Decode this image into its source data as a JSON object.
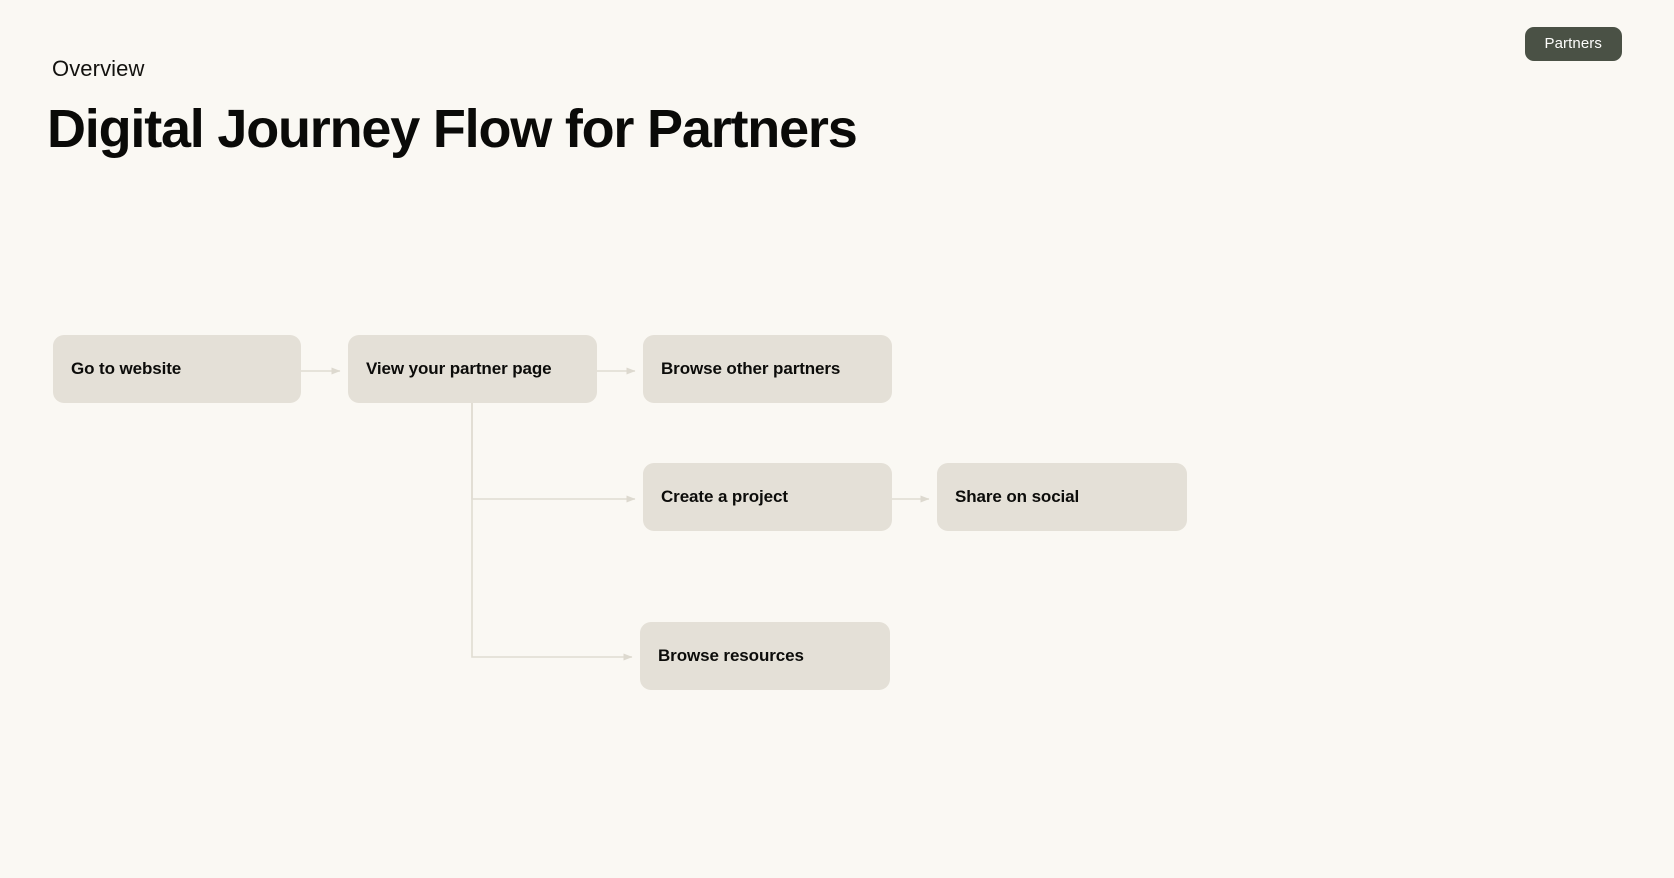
{
  "header": {
    "eyebrow": "Overview",
    "title": "Digital Journey Flow for Partners"
  },
  "badge": {
    "label": "Partners",
    "background_color": "#4a5145",
    "text_color": "#fdfdfb"
  },
  "theme": {
    "page_background": "#faf8f3",
    "node_fill": "#e4e0d7",
    "node_text": "#0c0c0a",
    "connector_color": "#e0dcd2"
  },
  "chart_data": {
    "type": "diagram",
    "title": "Digital Journey Flow for Partners",
    "orientation": "left-to-right",
    "nodes": [
      {
        "id": "go-to-website",
        "label": "Go to website",
        "column": 0,
        "row": 0
      },
      {
        "id": "view-partner-page",
        "label": "View your partner page",
        "column": 1,
        "row": 0
      },
      {
        "id": "browse-other-partners",
        "label": "Browse other partners",
        "column": 2,
        "row": 0
      },
      {
        "id": "create-a-project",
        "label": "Create a project",
        "column": 2,
        "row": 1
      },
      {
        "id": "share-on-social",
        "label": "Share on social",
        "column": 3,
        "row": 1
      },
      {
        "id": "browse-resources",
        "label": "Browse resources",
        "column": 2,
        "row": 2
      }
    ],
    "edges": [
      {
        "from": "go-to-website",
        "to": "view-partner-page",
        "style": "straight-arrow"
      },
      {
        "from": "view-partner-page",
        "to": "browse-other-partners",
        "style": "straight-arrow"
      },
      {
        "from": "view-partner-page",
        "to": "create-a-project",
        "style": "elbow-arrow"
      },
      {
        "from": "view-partner-page",
        "to": "browse-resources",
        "style": "elbow-arrow"
      },
      {
        "from": "create-a-project",
        "to": "share-on-social",
        "style": "straight-arrow"
      }
    ]
  }
}
